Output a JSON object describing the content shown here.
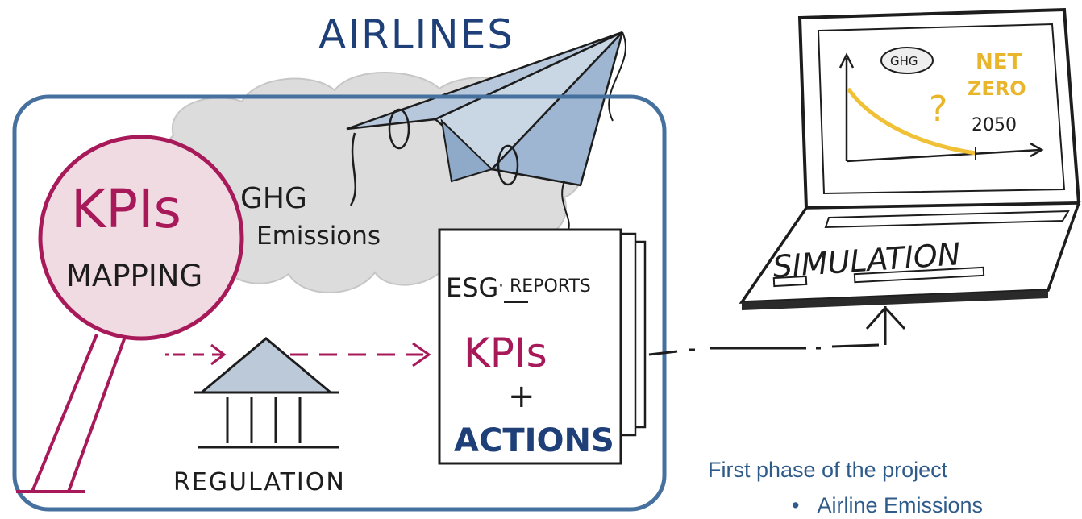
{
  "labels": {
    "airlines": "AIRLINES",
    "ghg_line1": "GHG",
    "ghg_line2": "Emissions",
    "kpis_big": "KPIs",
    "mapping": "MAPPING",
    "esg": "ESG",
    "reports": "· REPORTS",
    "kpis_report": "KPIs",
    "plus": "+",
    "actions": "ACTIONS",
    "regulation": "REGULATION",
    "laptop_ghg": "GHG",
    "question": "?",
    "net": "NET",
    "zero": "ZERO",
    "year": "2050",
    "simulation": "SIMULATION"
  },
  "caption": {
    "text": "First phase of the project",
    "bullet": "•",
    "bullet_text": "Airline Emissions"
  },
  "colors": {
    "frame": "#46709e",
    "ink": "#1d1d1d",
    "kpi_magenta": "#a8195a",
    "airlines_blue": "#1e3f78",
    "plane_fill": "#9eb6d2",
    "cloud_fill": "#dcdcdc",
    "net_zero_yellow": "#e9b52a",
    "curve_yellow": "#f0c136",
    "caption_blue": "#2f5b8a"
  }
}
